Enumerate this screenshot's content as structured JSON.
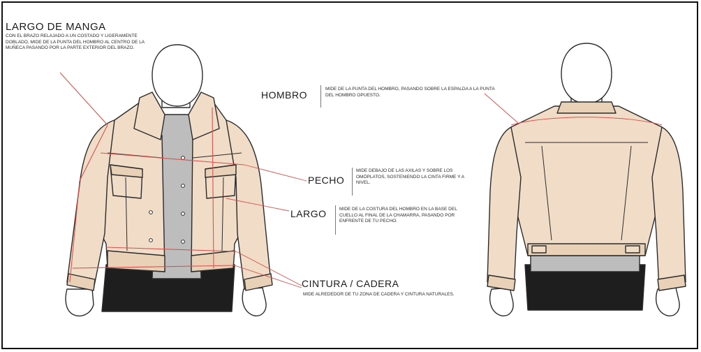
{
  "labels": {
    "sleeve": {
      "title": "LARGO DE MANGA",
      "description": "CON EL BRAZO RELAJADO A UN COSTADO Y LIGERAMENTE DOBLADO, MIDE DE LA PUNTA DEL HOMBRO AL CENTRO DE LA MUÑECA PASANDO POR LA PARTE EXTERIOR DEL BRAZO."
    },
    "shoulder": {
      "title": "HOMBRO",
      "description": "MIDE DE LA PUNTA DEL HOMBRO, PASANDO SOBRE LA ESPALDA A LA PUNTA DEL HOMBRO OPUESTO."
    },
    "chest": {
      "title": "PECHO",
      "description": "MIDE DEBAJO DE LAS AXILAS Y SOBRE LOS OMÓPLATOS, SOSTENIENDO LA CINTA FIRME Y A NIVEL."
    },
    "length": {
      "title": "LARGO",
      "description": "MIDE DE LA COSTURA DEL HOMBRO EN LA BASE DEL CUELLO AL FINAL DE LA CHAMARRA, PASANDO POR ENFRENTE DE TU PECHO."
    },
    "waist": {
      "title": "CINTURA / CADERA",
      "description": "MIDE ALREDEDOR DE TU ZONA DE CADERA Y CINTURA NATURALES."
    }
  },
  "colors": {
    "jacket": "#f0dcc7",
    "outline": "#2b2b2b",
    "measure": "#d9534f",
    "pants": "#1e1e1e",
    "shirt": "#bdbdbd"
  },
  "icons": {
    "front": "figure-front-icon",
    "back": "figure-back-icon"
  }
}
